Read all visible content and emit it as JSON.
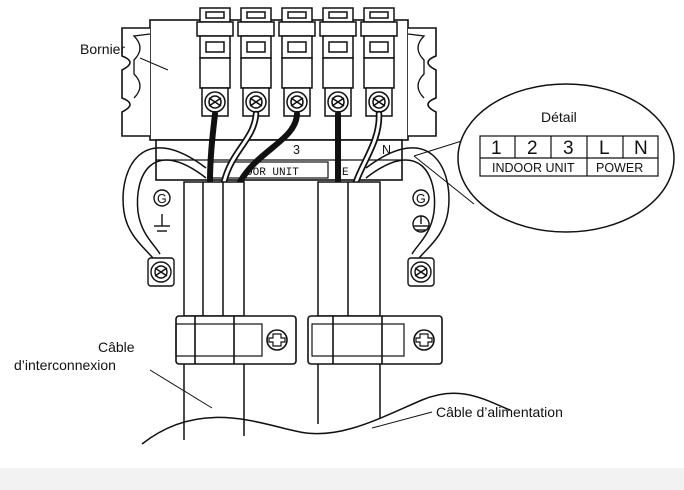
{
  "labels": {
    "terminal_block": "Bornier",
    "interconnect_cable_line1": "Câble",
    "interconnect_cable_line2": "d’interconnexion",
    "power_cable": "Câble d’alimentation"
  },
  "detail": {
    "title": "Détail",
    "terminals": [
      "1",
      "2",
      "3",
      "L",
      "N"
    ],
    "groups": [
      "INDOOR UNIT",
      "POWER"
    ]
  },
  "block_marks": {
    "ground_symbol": "G",
    "terminal_digit": "3",
    "indoor_unit_text": "OOR UNIT",
    "power_text_fragment": "E",
    "n_fragment": "N"
  }
}
